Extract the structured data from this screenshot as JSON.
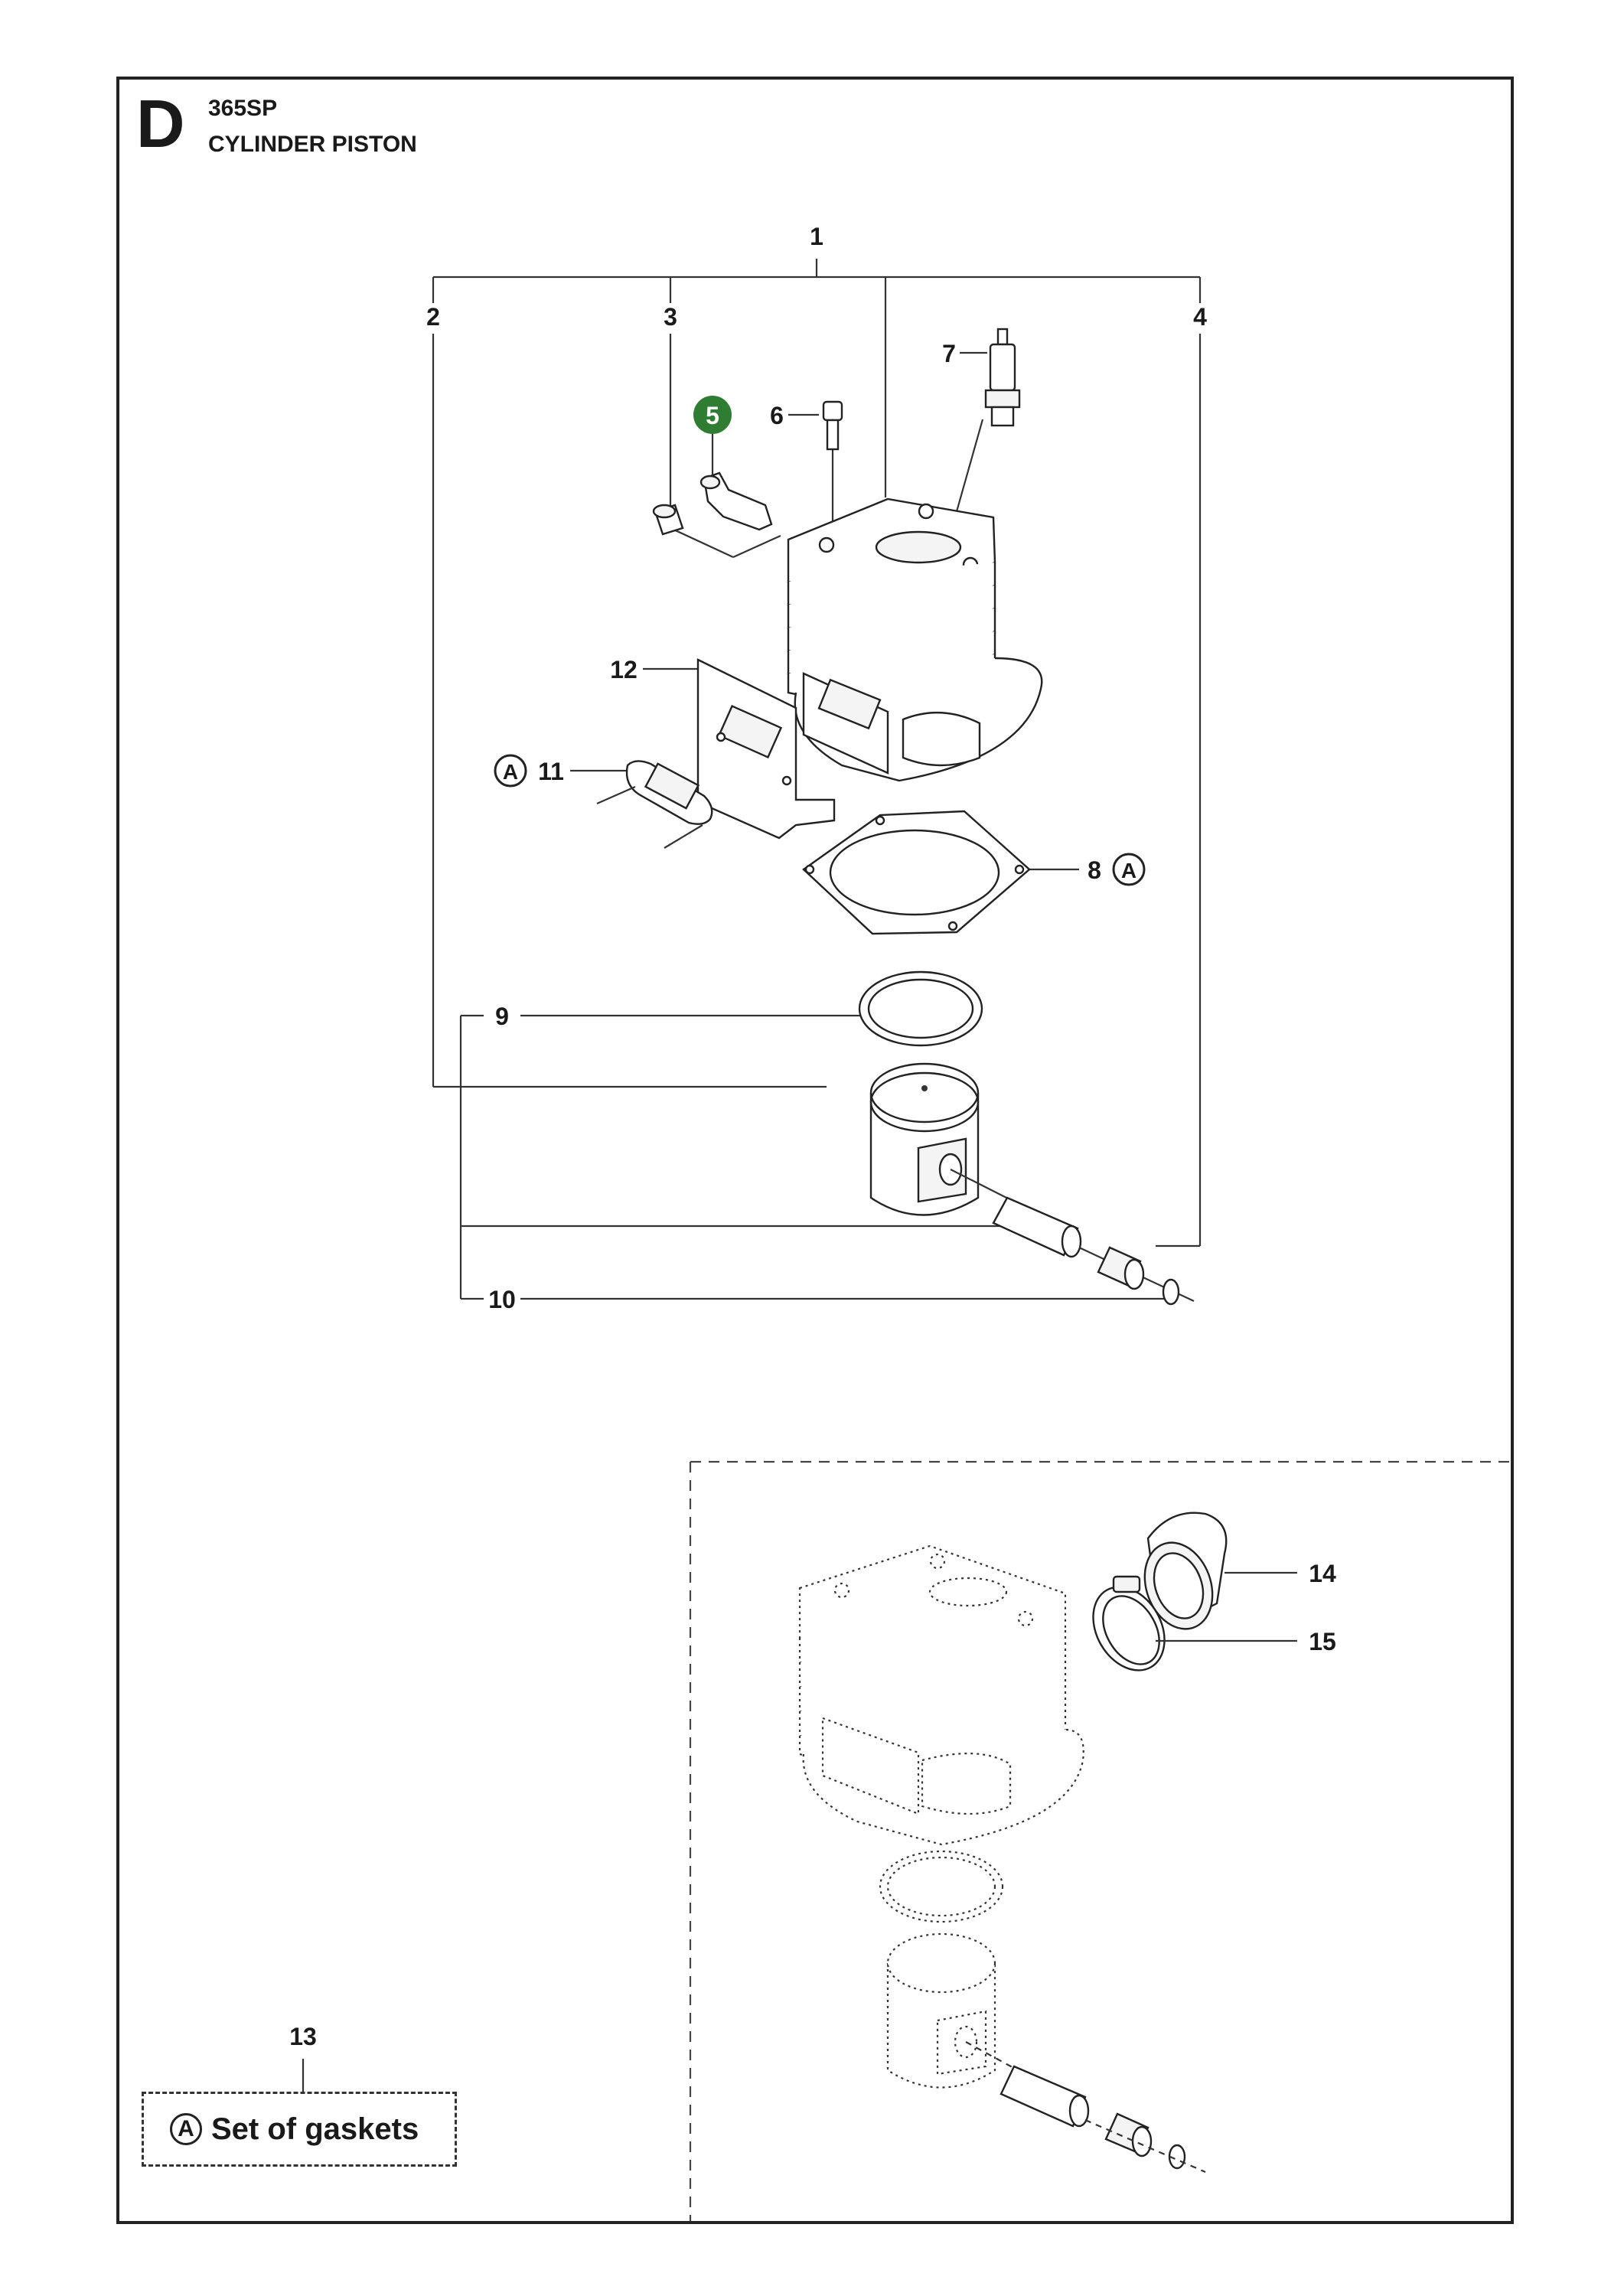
{
  "header": {
    "section_letter": "D",
    "model": "365SP",
    "title": "CYLINDER PISTON"
  },
  "callouts": {
    "c1": "1",
    "c2": "2",
    "c3": "3",
    "c4": "4",
    "c5": "5",
    "c6": "6",
    "c7": "7",
    "c8": "8",
    "c9": "9",
    "c10": "10",
    "c11": "11",
    "c12": "12",
    "c13": "13",
    "c14": "14",
    "c15": "15"
  },
  "gasket_marker": "A",
  "legend": {
    "marker": "A",
    "text": "Set of gaskets"
  },
  "colors": {
    "highlight_badge": "#2e7d32",
    "lines": "#333333"
  }
}
